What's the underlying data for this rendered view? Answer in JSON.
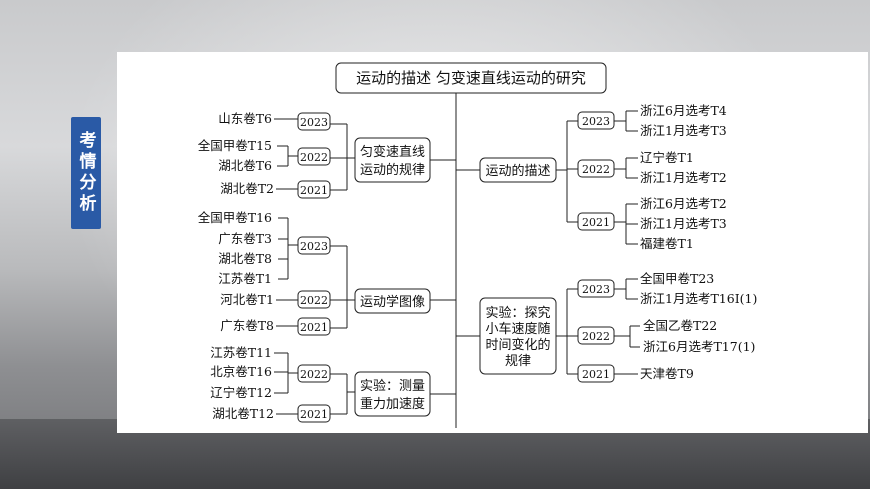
{
  "side_tab": "考情分析",
  "title": "运动的描述   匀变速直线运动的研究",
  "left_topics": [
    "匀变速直线\n运动的规律",
    "运动学图像",
    "实验：测量\n重力加速度"
  ],
  "right_topics": [
    "运动的描述",
    "实验：探究\n小车速度随\n时间变化的\n规律"
  ],
  "left_years": [
    "2023",
    "2022",
    "2021",
    "2023",
    "2022",
    "2021",
    "2022",
    "2021"
  ],
  "right_years": [
    "2023",
    "2022",
    "2021",
    "2023",
    "2022",
    "2021"
  ],
  "left_items": [
    "山东卷T6",
    "全国甲卷T15",
    "湖北卷T6",
    "湖北卷T2",
    "全国甲卷T16",
    "广东卷T3",
    "湖北卷T8",
    "江苏卷T1",
    "河北卷T1",
    "广东卷T8",
    "江苏卷T11",
    "北京卷T16",
    "辽宁卷T12",
    "湖北卷T12"
  ],
  "right_items": [
    "浙江6月选考T4",
    "浙江1月选考T3",
    "辽宁卷T1",
    "浙江1月选考T2",
    "浙江6月选考T2",
    "浙江1月选考T3",
    "福建卷T1",
    "全国甲卷T23",
    "浙江1月选考T16Ⅰ(1)",
    "全国乙卷T22",
    "浙江6月选考T17(1)",
    "天津卷T9"
  ]
}
